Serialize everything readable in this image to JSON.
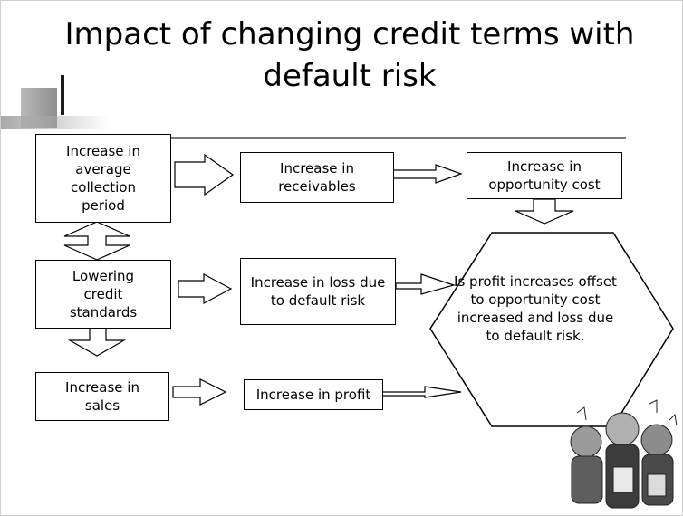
{
  "title_line1": "Impact of changing credit terms with",
  "title_line2": "default risk",
  "boxes": {
    "avg_collection": "Increase in average collection period",
    "receivables": "Increase in receivables",
    "opportunity_cost": "Increase in opportunity cost",
    "lowering_standards": "Lowering credit standards",
    "loss_default": "Increase in loss due to default risk",
    "sales": "Increase in sales",
    "profit": "Increase in profit",
    "decision": "Is profit increases offset to opportunity cost increased and loss due to default risk."
  }
}
